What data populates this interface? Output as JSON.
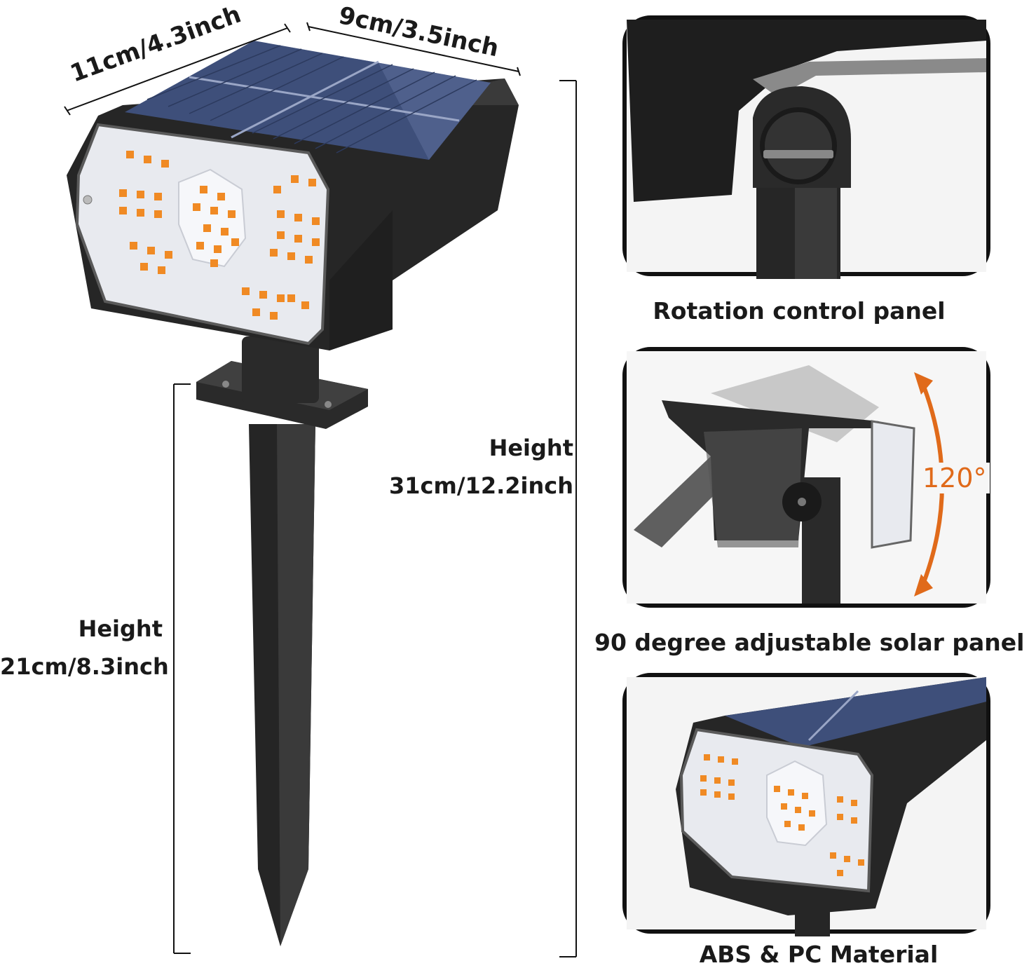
{
  "dimensions": {
    "width_label": "11cm/4.3inch",
    "depth_label": "9cm/3.5inch",
    "total_height": {
      "title": "Height",
      "value": "31cm/12.2inch"
    },
    "stake_height": {
      "title": "Height",
      "value": "21cm/8.3inch"
    }
  },
  "panels": [
    {
      "caption": "Rotation control panel"
    },
    {
      "caption": "90 degree adjustable solar panel",
      "angle_label": "120°"
    },
    {
      "caption": "ABS & PC Material"
    }
  ],
  "colors": {
    "housing": "#2b2b2b",
    "solar_cell": "#3e4f7a",
    "led": "#f08a24",
    "lens": "#eef0f4",
    "arrow": "#e06a1a"
  }
}
